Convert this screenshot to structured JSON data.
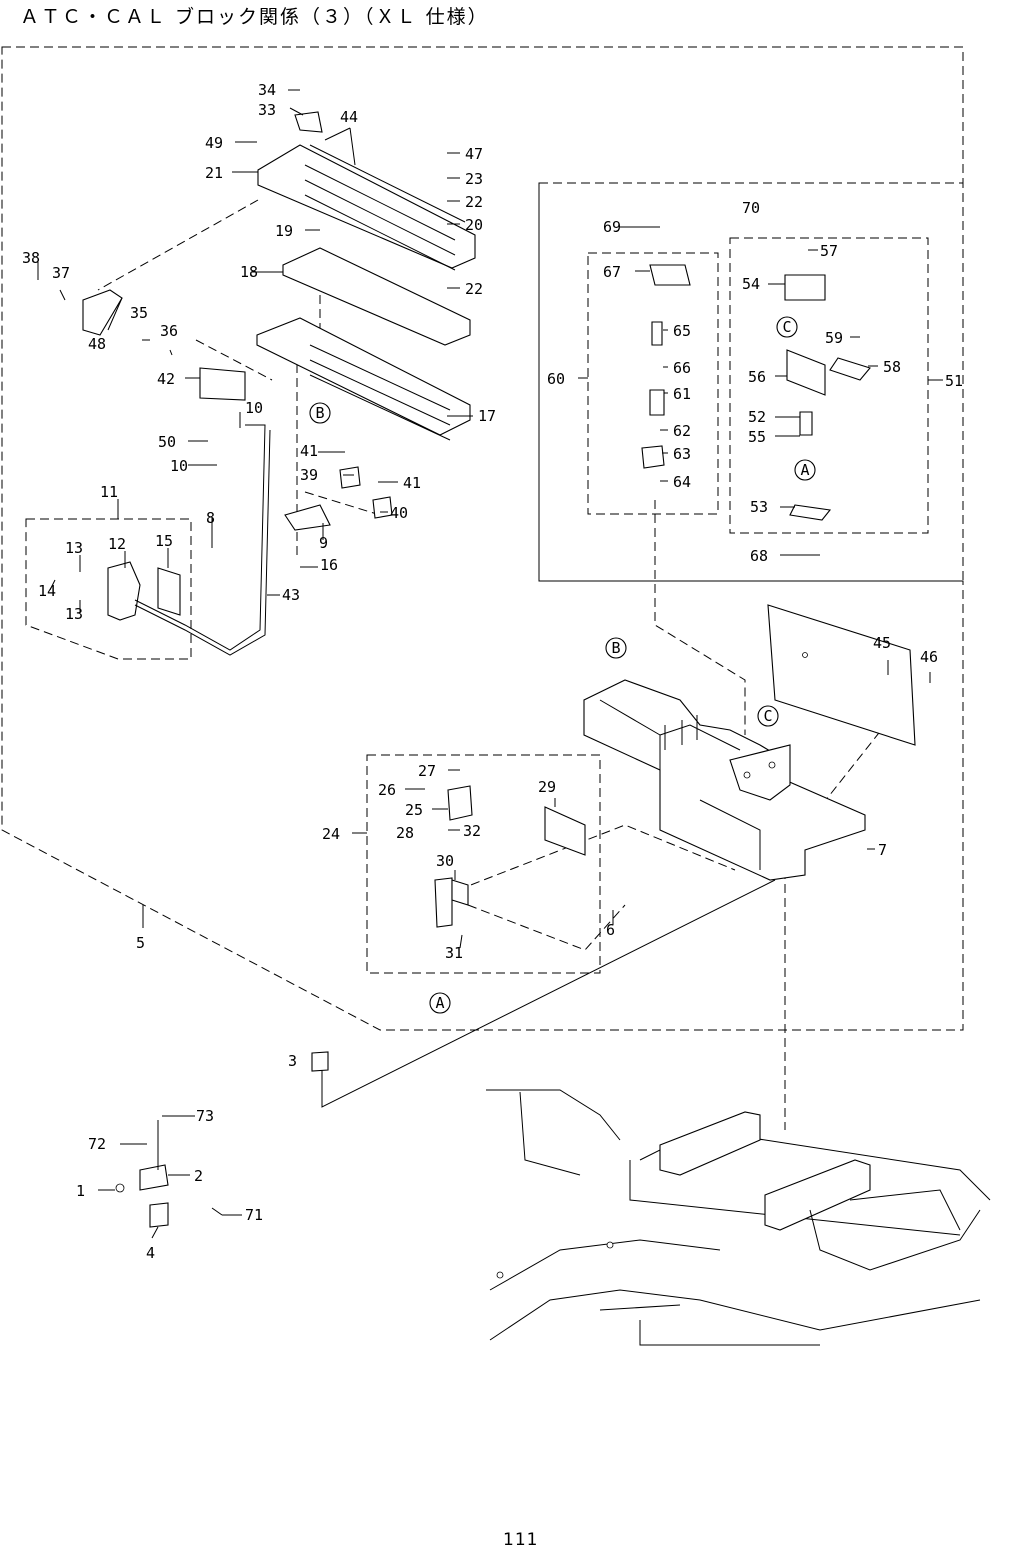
{
  "page": {
    "title": "ＡＴＣ・ＣＡＬ ブロック関係（３）（ＸＬ 仕様）",
    "page_number": "111"
  },
  "callouts": [
    "34",
    "33",
    "44",
    "49",
    "21",
    "47",
    "23",
    "22",
    "20",
    "19",
    "18",
    "22",
    "38",
    "37",
    "35",
    "36",
    "48",
    "42",
    "10",
    "17",
    "50",
    "10",
    "41",
    "41",
    "39",
    "40",
    "11",
    "8",
    "13",
    "12",
    "15",
    "14",
    "13",
    "9",
    "16",
    "43",
    "69",
    "70",
    "57",
    "67",
    "54",
    "65",
    "59",
    "58",
    "60",
    "66",
    "56",
    "51",
    "61",
    "52",
    "62",
    "55",
    "63",
    "64",
    "53",
    "68",
    "45",
    "46",
    "27",
    "29",
    "26",
    "25",
    "28",
    "32",
    "24",
    "30",
    "7",
    "6",
    "31",
    "5",
    "3",
    "73",
    "72",
    "2",
    "1",
    "71",
    "4"
  ],
  "reference_marks": [
    "B",
    "C",
    "A",
    "B",
    "C",
    "A"
  ]
}
